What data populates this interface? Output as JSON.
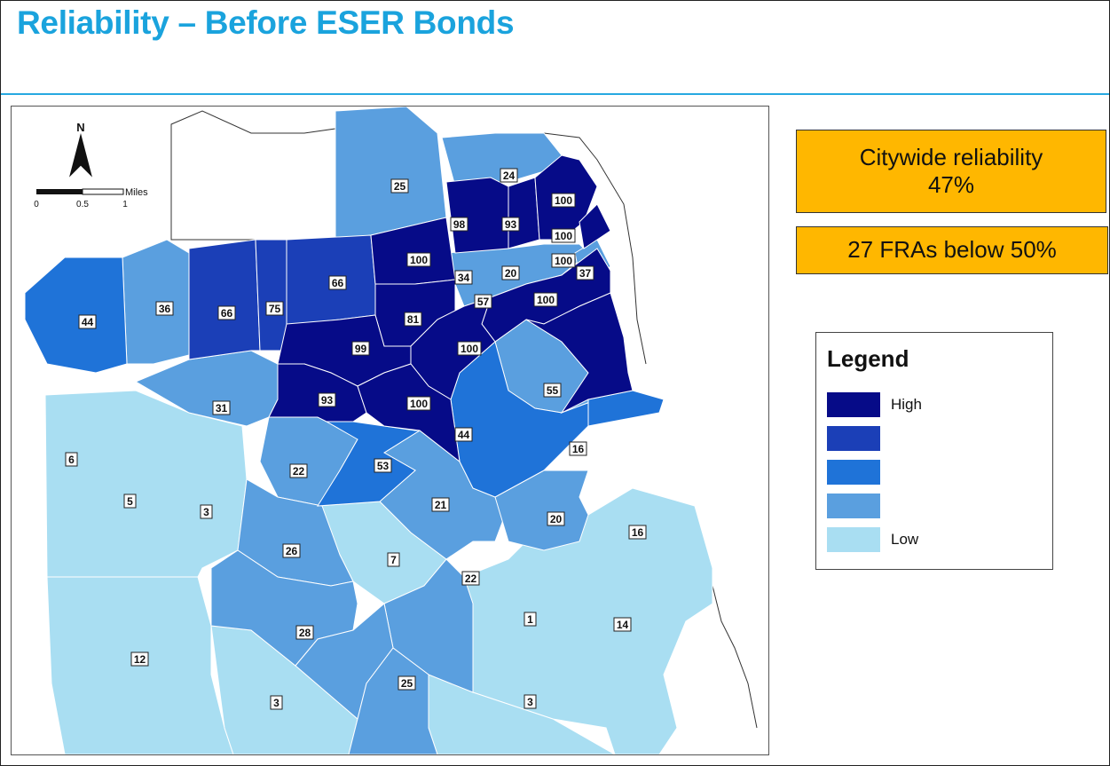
{
  "title": "Reliability – Before ESER Bonds",
  "stats": {
    "citywide_label": "Citywide reliability",
    "citywide_value": "47%",
    "fras_below": "27 FRAs below 50%"
  },
  "legend": {
    "title": "Legend",
    "high": "High",
    "low": "Low",
    "colors": [
      "#060b88",
      "#1b3fb7",
      "#1f73d8",
      "#5a9fdf",
      "#a9def2"
    ]
  },
  "map": {
    "north": "N",
    "scale_unit": "Miles",
    "scale_ticks": [
      "0",
      "0.5",
      "1"
    ],
    "colors": {
      "c1": "#060b88",
      "c2": "#1b3fb7",
      "c3": "#1f73d8",
      "c4": "#5a9fdf",
      "c5": "#a9def2"
    },
    "labels": [
      "25",
      "24",
      "100",
      "98",
      "93",
      "100",
      "100",
      "37",
      "100",
      "20",
      "34",
      "57",
      "100",
      "81",
      "66",
      "75",
      "66",
      "36",
      "44",
      "99",
      "100",
      "100",
      "55",
      "93",
      "31",
      "100",
      "44",
      "53",
      "22",
      "6",
      "5",
      "3",
      "16",
      "21",
      "20",
      "16",
      "26",
      "7",
      "22",
      "1",
      "14",
      "28",
      "12",
      "25",
      "3",
      "3"
    ]
  }
}
